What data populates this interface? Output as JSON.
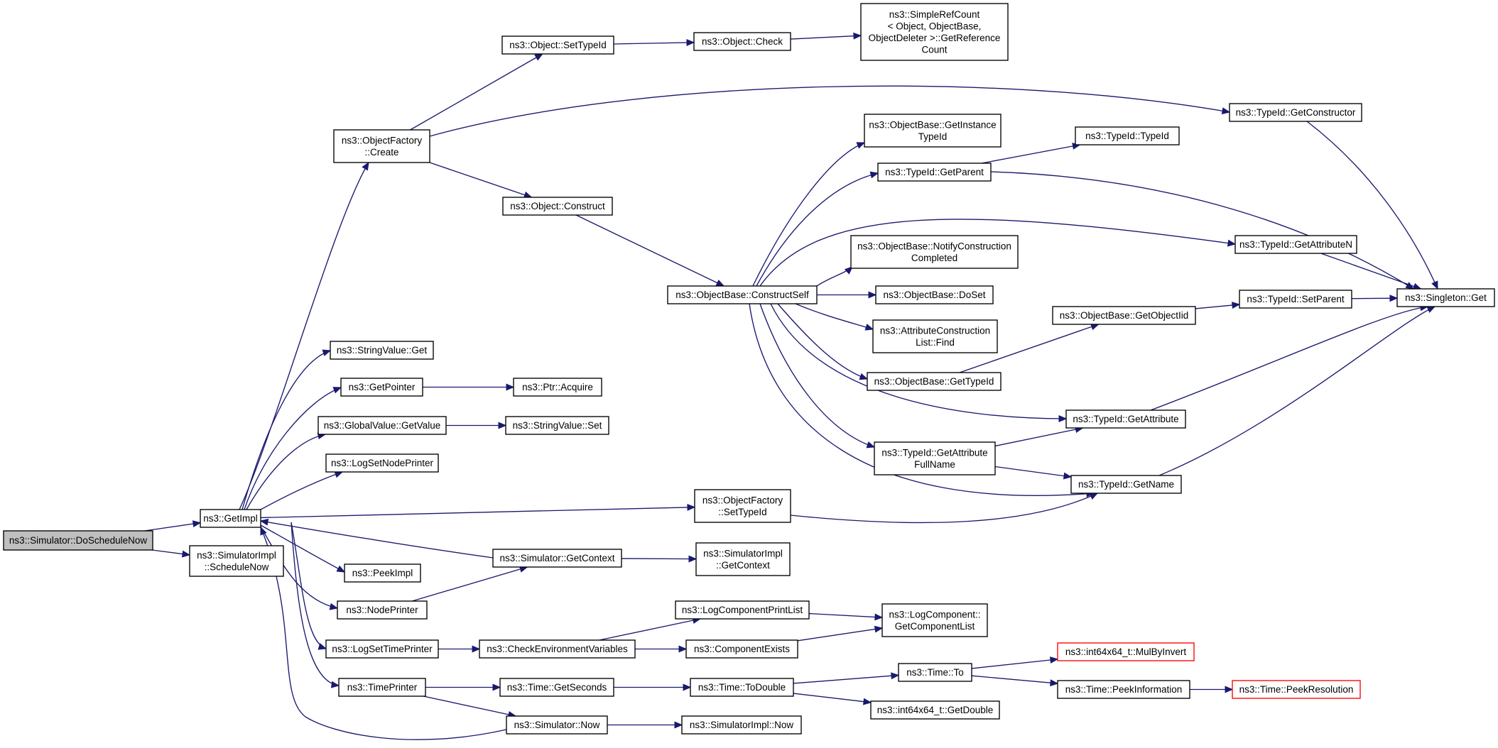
{
  "graph": {
    "edge_color": "#191970",
    "root_fill": "#bfbfbf",
    "truncated_border": "#ff0000",
    "nodes": [
      {
        "id": "doschedulenow",
        "lines": [
          "ns3::Simulator::DoScheduleNow"
        ],
        "style": "root"
      },
      {
        "id": "getimpl",
        "lines": [
          "ns3::GetImpl"
        ]
      },
      {
        "id": "simimpl-schedulenow",
        "lines": [
          "ns3::SimulatorImpl",
          "::ScheduleNow"
        ]
      },
      {
        "id": "objectfactory-create",
        "lines": [
          "ns3::ObjectFactory",
          "::Create"
        ]
      },
      {
        "id": "stringvalue-get",
        "lines": [
          "ns3::StringValue::Get"
        ]
      },
      {
        "id": "getpointer",
        "lines": [
          "ns3::GetPointer"
        ]
      },
      {
        "id": "globalvalue-getvalue",
        "lines": [
          "ns3::GlobalValue::GetValue"
        ]
      },
      {
        "id": "logsetnodeprinter",
        "lines": [
          "ns3::LogSetNodePrinter"
        ]
      },
      {
        "id": "peekimpl",
        "lines": [
          "ns3::PeekImpl"
        ]
      },
      {
        "id": "nodeprinter",
        "lines": [
          "ns3::NodePrinter"
        ]
      },
      {
        "id": "logsettimeprinter",
        "lines": [
          "ns3::LogSetTimePrinter"
        ]
      },
      {
        "id": "timeprinter",
        "lines": [
          "ns3::TimePrinter"
        ]
      },
      {
        "id": "object-settypeid",
        "lines": [
          "ns3::Object::SetTypeId"
        ]
      },
      {
        "id": "object-construct",
        "lines": [
          "ns3::Object::Construct"
        ]
      },
      {
        "id": "ptr-acquire",
        "lines": [
          "ns3::Ptr::Acquire"
        ]
      },
      {
        "id": "stringvalue-set",
        "lines": [
          "ns3::StringValue::Set"
        ]
      },
      {
        "id": "simulator-getcontext",
        "lines": [
          "ns3::Simulator::GetContext"
        ]
      },
      {
        "id": "checkenvvars",
        "lines": [
          "ns3::CheckEnvironmentVariables"
        ]
      },
      {
        "id": "time-getseconds",
        "lines": [
          "ns3::Time::GetSeconds"
        ]
      },
      {
        "id": "simulator-now",
        "lines": [
          "ns3::Simulator::Now"
        ]
      },
      {
        "id": "object-check",
        "lines": [
          "ns3::Object::Check"
        ]
      },
      {
        "id": "objectfactory-settypeid",
        "lines": [
          "ns3::ObjectFactory",
          "::SetTypeId"
        ]
      },
      {
        "id": "objectbase-constructself",
        "lines": [
          "ns3::ObjectBase::ConstructSelf"
        ]
      },
      {
        "id": "simimpl-getcontext",
        "lines": [
          "ns3::SimulatorImpl",
          "::GetContext"
        ]
      },
      {
        "id": "logcomponentprintlist",
        "lines": [
          "ns3::LogComponentPrintList"
        ]
      },
      {
        "id": "componentexists",
        "lines": [
          "ns3::ComponentExists"
        ]
      },
      {
        "id": "time-todouble",
        "lines": [
          "ns3::Time::ToDouble"
        ]
      },
      {
        "id": "simimpl-now",
        "lines": [
          "ns3::SimulatorImpl::Now"
        ]
      },
      {
        "id": "simplerefcount",
        "lines": [
          "ns3::SimpleRefCount",
          "< Object, ObjectBase,",
          "ObjectDeleter >::GetReference",
          "Count"
        ]
      },
      {
        "id": "objectbase-getinstancetypeid",
        "lines": [
          "ns3::ObjectBase::GetInstance",
          "TypeId"
        ]
      },
      {
        "id": "typeid-getparent",
        "lines": [
          "ns3::TypeId::GetParent"
        ]
      },
      {
        "id": "objectbase-notifyconstruction",
        "lines": [
          "ns3::ObjectBase::NotifyConstruction",
          "Completed"
        ]
      },
      {
        "id": "objectbase-doset",
        "lines": [
          "ns3::ObjectBase::DoSet"
        ]
      },
      {
        "id": "attrconstructionlist-find",
        "lines": [
          "ns3::AttributeConstruction",
          "List::Find"
        ]
      },
      {
        "id": "objectbase-gettypeid",
        "lines": [
          "ns3::ObjectBase::GetTypeId"
        ]
      },
      {
        "id": "typeid-getattributefullname",
        "lines": [
          "ns3::TypeId::GetAttribute",
          "FullName"
        ]
      },
      {
        "id": "logcomponent-getcomponentlist",
        "lines": [
          "ns3::LogComponent::",
          "GetComponentList"
        ]
      },
      {
        "id": "time-to",
        "lines": [
          "ns3::Time::To"
        ]
      },
      {
        "id": "int64x64-getdouble",
        "lines": [
          "ns3::int64x64_t::GetDouble"
        ]
      },
      {
        "id": "typeid-typeid",
        "lines": [
          "ns3::TypeId::TypeId"
        ]
      },
      {
        "id": "objectbase-getobjectiid",
        "lines": [
          "ns3::ObjectBase::GetObjectIid"
        ]
      },
      {
        "id": "typeid-getattribute",
        "lines": [
          "ns3::TypeId::GetAttribute"
        ]
      },
      {
        "id": "typeid-getname",
        "lines": [
          "ns3::TypeId::GetName"
        ]
      },
      {
        "id": "int64x64-mulbyinvert",
        "lines": [
          "ns3::int64x64_t::MulByInvert"
        ],
        "style": "truncated"
      },
      {
        "id": "time-peekinformation",
        "lines": [
          "ns3::Time::PeekInformation"
        ]
      },
      {
        "id": "typeid-getconstructor",
        "lines": [
          "ns3::TypeId::GetConstructor"
        ]
      },
      {
        "id": "typeid-getattributen",
        "lines": [
          "ns3::TypeId::GetAttributeN"
        ]
      },
      {
        "id": "typeid-setparent",
        "lines": [
          "ns3::TypeId::SetParent"
        ]
      },
      {
        "id": "time-peekresolution",
        "lines": [
          "ns3::Time::PeekResolution"
        ],
        "style": "truncated"
      },
      {
        "id": "singleton-get",
        "lines": [
          "ns3::Singleton::Get"
        ]
      }
    ],
    "edges": [
      [
        "doschedulenow",
        "getimpl"
      ],
      [
        "doschedulenow",
        "simimpl-schedulenow"
      ],
      [
        "getimpl",
        "objectfactory-create"
      ],
      [
        "getimpl",
        "stringvalue-get"
      ],
      [
        "getimpl",
        "getpointer"
      ],
      [
        "getimpl",
        "globalvalue-getvalue"
      ],
      [
        "getimpl",
        "logsetnodeprinter"
      ],
      [
        "getimpl",
        "objectfactory-settypeid"
      ],
      [
        "getimpl",
        "peekimpl"
      ],
      [
        "getimpl",
        "nodeprinter"
      ],
      [
        "getimpl",
        "logsettimeprinter"
      ],
      [
        "getimpl",
        "timeprinter"
      ],
      [
        "objectfactory-create",
        "object-settypeid"
      ],
      [
        "objectfactory-create",
        "typeid-getconstructor"
      ],
      [
        "objectfactory-create",
        "object-construct"
      ],
      [
        "object-settypeid",
        "object-check"
      ],
      [
        "object-check",
        "simplerefcount"
      ],
      [
        "typeid-getconstructor",
        "singleton-get"
      ],
      [
        "object-construct",
        "objectbase-constructself"
      ],
      [
        "objectbase-constructself",
        "objectbase-getinstancetypeid"
      ],
      [
        "objectbase-constructself",
        "typeid-getparent"
      ],
      [
        "objectbase-constructself",
        "typeid-getattributen"
      ],
      [
        "objectbase-constructself",
        "objectbase-notifyconstruction"
      ],
      [
        "objectbase-constructself",
        "objectbase-doset"
      ],
      [
        "objectbase-constructself",
        "attrconstructionlist-find"
      ],
      [
        "objectbase-constructself",
        "objectbase-gettypeid"
      ],
      [
        "objectbase-constructself",
        "typeid-getattribute"
      ],
      [
        "objectbase-constructself",
        "typeid-getattributefullname"
      ],
      [
        "objectbase-constructself",
        "typeid-getname"
      ],
      [
        "typeid-getparent",
        "typeid-typeid"
      ],
      [
        "typeid-getparent",
        "singleton-get"
      ],
      [
        "typeid-getattributen",
        "singleton-get"
      ],
      [
        "objectbase-gettypeid",
        "objectbase-getobjectiid"
      ],
      [
        "objectbase-getobjectiid",
        "typeid-setparent"
      ],
      [
        "typeid-setparent",
        "singleton-get"
      ],
      [
        "typeid-getattribute",
        "singleton-get"
      ],
      [
        "typeid-getattributefullname",
        "typeid-getattribute"
      ],
      [
        "typeid-getattributefullname",
        "typeid-getname"
      ],
      [
        "typeid-getname",
        "singleton-get"
      ],
      [
        "objectfactory-settypeid",
        "typeid-getname"
      ],
      [
        "getpointer",
        "ptr-acquire"
      ],
      [
        "globalvalue-getvalue",
        "stringvalue-set"
      ],
      [
        "simulator-getcontext",
        "getimpl"
      ],
      [
        "simulator-getcontext",
        "simimpl-getcontext"
      ],
      [
        "nodeprinter",
        "simulator-getcontext"
      ],
      [
        "logsettimeprinter",
        "checkenvvars"
      ],
      [
        "checkenvvars",
        "logcomponentprintlist"
      ],
      [
        "checkenvvars",
        "componentexists"
      ],
      [
        "logcomponentprintlist",
        "logcomponent-getcomponentlist"
      ],
      [
        "componentexists",
        "logcomponent-getcomponentlist"
      ],
      [
        "timeprinter",
        "time-getseconds"
      ],
      [
        "timeprinter",
        "simulator-now"
      ],
      [
        "time-getseconds",
        "time-todouble"
      ],
      [
        "time-todouble",
        "time-to"
      ],
      [
        "time-todouble",
        "int64x64-getdouble"
      ],
      [
        "time-to",
        "int64x64-mulbyinvert"
      ],
      [
        "time-to",
        "time-peekinformation"
      ],
      [
        "time-peekinformation",
        "time-peekresolution"
      ],
      [
        "simulator-now",
        "getimpl"
      ],
      [
        "simulator-now",
        "simimpl-now"
      ]
    ]
  }
}
